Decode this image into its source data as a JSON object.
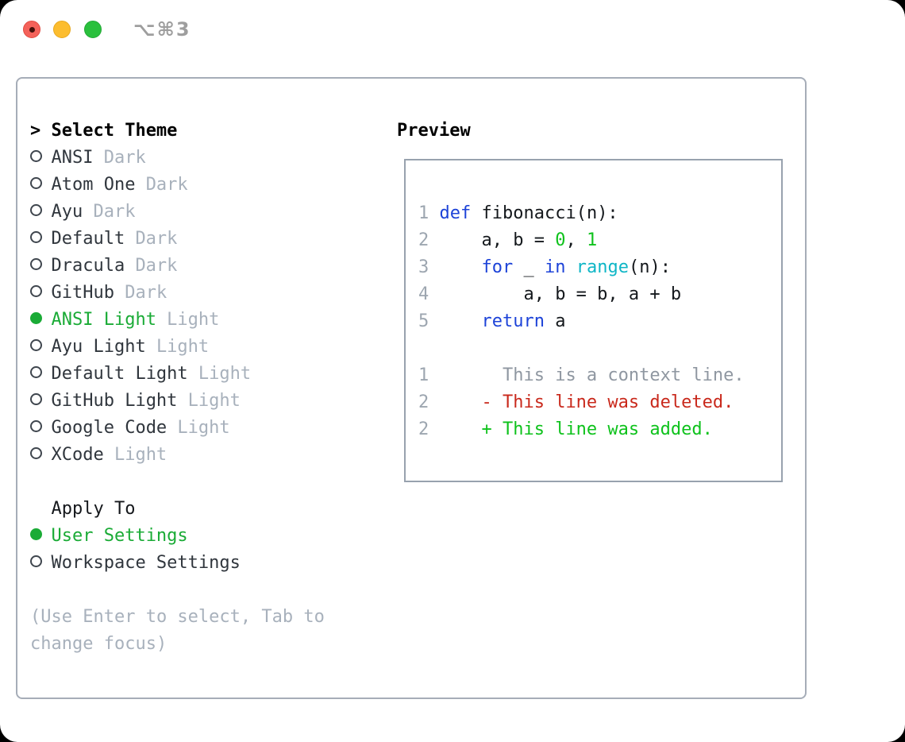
{
  "window": {
    "title": "⌥⌘3"
  },
  "theme_panel": {
    "header": {
      "prefix": ">",
      "label": "Select Theme"
    },
    "items": [
      {
        "name": "ANSI",
        "tag": "Dark",
        "selected": false
      },
      {
        "name": "Atom One",
        "tag": "Dark",
        "selected": false
      },
      {
        "name": "Ayu",
        "tag": "Dark",
        "selected": false
      },
      {
        "name": "Default",
        "tag": "Dark",
        "selected": false
      },
      {
        "name": "Dracula",
        "tag": "Dark",
        "selected": false
      },
      {
        "name": "GitHub",
        "tag": "Dark",
        "selected": false
      },
      {
        "name": "ANSI Light",
        "tag": "Light",
        "selected": true
      },
      {
        "name": "Ayu Light",
        "tag": "Light",
        "selected": false
      },
      {
        "name": "Default Light",
        "tag": "Light",
        "selected": false
      },
      {
        "name": "GitHub Light",
        "tag": "Light",
        "selected": false
      },
      {
        "name": "Google Code",
        "tag": "Light",
        "selected": false
      },
      {
        "name": "XCode",
        "tag": "Light",
        "selected": false
      }
    ],
    "apply_to": {
      "label": "Apply To",
      "options": [
        {
          "label": "User Settings",
          "selected": true
        },
        {
          "label": "Workspace Settings",
          "selected": false
        }
      ]
    },
    "help": {
      "line1": "(Use Enter to select, Tab to",
      "line2": "change focus)"
    }
  },
  "preview": {
    "header": "Preview",
    "code_lines": [
      [
        {
          "c": "ln",
          "t": "1 "
        },
        {
          "c": "kw",
          "t": "def"
        },
        {
          "c": "txt",
          "t": " fibonacci(n):"
        }
      ],
      [
        {
          "c": "ln",
          "t": "2 "
        },
        {
          "c": "txt",
          "t": "    a, b = "
        },
        {
          "c": "num",
          "t": "0"
        },
        {
          "c": "txt",
          "t": ", "
        },
        {
          "c": "num",
          "t": "1"
        }
      ],
      [
        {
          "c": "ln",
          "t": "3 "
        },
        {
          "c": "txt",
          "t": "    "
        },
        {
          "c": "kw",
          "t": "for"
        },
        {
          "c": "txt",
          "t": " _ "
        },
        {
          "c": "kw",
          "t": "in"
        },
        {
          "c": "txt",
          "t": " "
        },
        {
          "c": "fn",
          "t": "range"
        },
        {
          "c": "txt",
          "t": "(n):"
        }
      ],
      [
        {
          "c": "ln",
          "t": "4 "
        },
        {
          "c": "txt",
          "t": "        a, b = b, a + b"
        }
      ],
      [
        {
          "c": "ln",
          "t": "5 "
        },
        {
          "c": "txt",
          "t": "    "
        },
        {
          "c": "kw",
          "t": "return"
        },
        {
          "c": "txt",
          "t": " a"
        }
      ],
      [],
      [
        {
          "c": "ln",
          "t": "1 "
        },
        {
          "c": "ctx",
          "t": "      This is a context line."
        }
      ],
      [
        {
          "c": "ln",
          "t": "2 "
        },
        {
          "c": "del",
          "t": "    - This line was deleted."
        }
      ],
      [
        {
          "c": "ln",
          "t": "2 "
        },
        {
          "c": "add",
          "t": "    + This line was added."
        }
      ]
    ]
  },
  "colors": {
    "selection_green": "#1aab36",
    "keyword_blue": "#1d43d8",
    "builtin_cyan": "#0fb6c6",
    "number_green": "#0ec21c",
    "added_green": "#0ec21c",
    "deleted_red": "#c9291c",
    "context_gray": "#8f97a1",
    "line_number_gray": "#9da6b0",
    "tag_gray": "#a8b1bc",
    "panel_border": "#a6adb8",
    "preview_border": "#98a2ae",
    "traffic_red": "#f4625a",
    "traffic_yellow": "#fcbd2f",
    "traffic_green": "#2ac03d",
    "title_gray": "#9e9e9e"
  }
}
